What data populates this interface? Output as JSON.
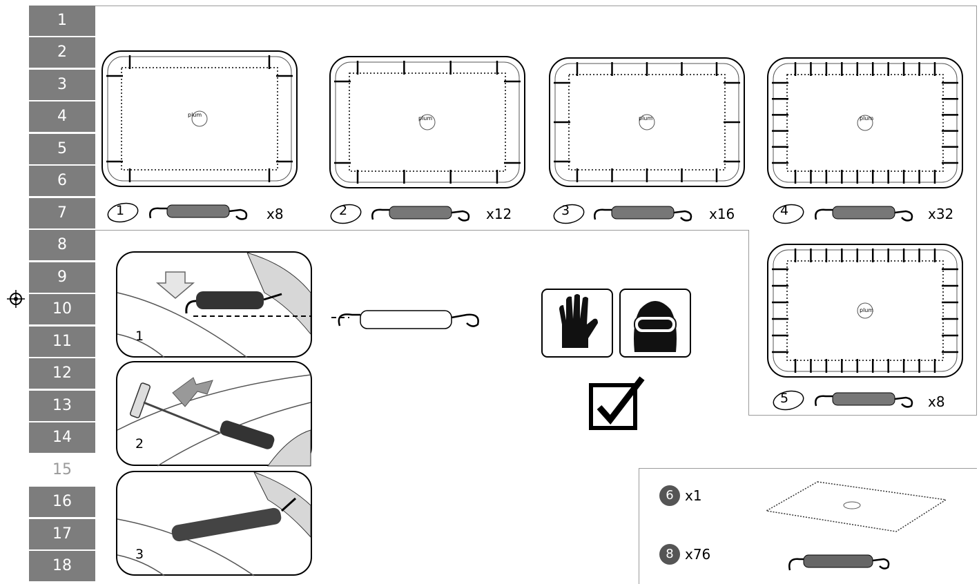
{
  "sidebar": {
    "tabs": [
      {
        "label": "1",
        "active": false
      },
      {
        "label": "2",
        "active": false
      },
      {
        "label": "3",
        "active": false
      },
      {
        "label": "4",
        "active": false
      },
      {
        "label": "5",
        "active": false
      },
      {
        "label": "6",
        "active": false
      },
      {
        "label": "7",
        "active": false
      },
      {
        "label": "8",
        "active": false
      },
      {
        "label": "9",
        "active": false
      },
      {
        "label": "10",
        "active": false
      },
      {
        "label": "11",
        "active": false
      },
      {
        "label": "12",
        "active": false
      },
      {
        "label": "13",
        "active": false
      },
      {
        "label": "14",
        "active": false
      },
      {
        "label": "15",
        "active": true
      },
      {
        "label": "16",
        "active": false
      },
      {
        "label": "17",
        "active": false
      },
      {
        "label": "18",
        "active": false
      }
    ]
  },
  "stages": [
    {
      "number": "1",
      "quantity": "x8"
    },
    {
      "number": "2",
      "quantity": "x12"
    },
    {
      "number": "3",
      "quantity": "x16"
    },
    {
      "number": "4",
      "quantity": "x32"
    },
    {
      "number": "5",
      "quantity": "x8"
    }
  ],
  "steps": [
    {
      "number": "1"
    },
    {
      "number": "2"
    },
    {
      "number": "3"
    }
  ],
  "parts": [
    {
      "number": "6",
      "quantity": "x1"
    },
    {
      "number": "8",
      "quantity": "x76"
    }
  ],
  "logo_text": "plum",
  "icons": {
    "gloves": "gloves-icon",
    "goggles": "safety-goggles-icon",
    "check": "checkbox-checked-icon",
    "crosshair": "registration-mark-icon"
  },
  "colors": {
    "tab": "#7d7d7d",
    "tab_text": "#ffffff",
    "active_tab_text": "#9a9a9a",
    "line": "#9a9a9a"
  }
}
